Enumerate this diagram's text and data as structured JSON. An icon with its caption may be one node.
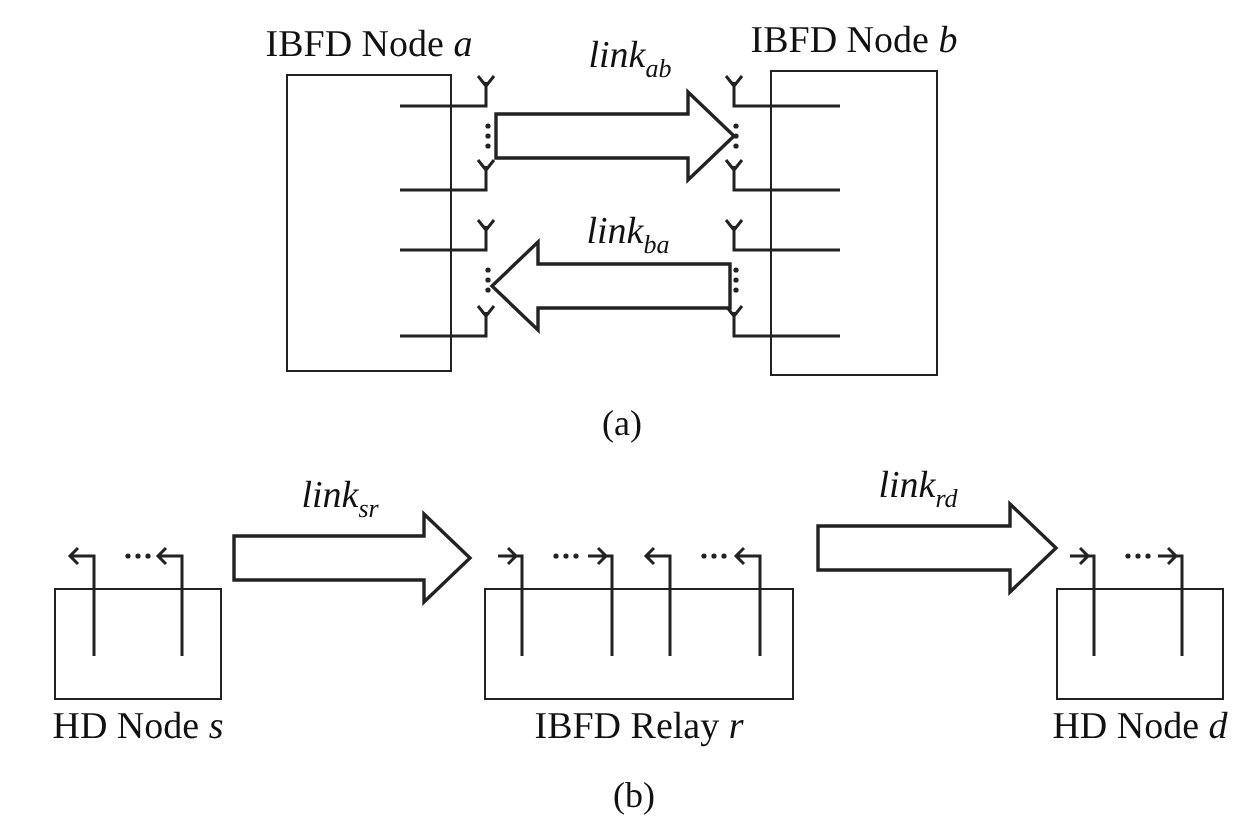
{
  "diagram": {
    "nodes": [
      {
        "text": [
          "IBFD Node *a*"
        ]
      },
      {
        "text": [
          "IBFD Node *b*"
        ]
      },
      {
        "text": [
          "HD Node *s*"
        ]
      },
      {
        "text": [
          "IBFD Relay *r*"
        ]
      },
      {
        "text": [
          "HD Node *d*"
        ]
      }
    ],
    "edges": [
      {
        "from": 0,
        "to": 1,
        "arrow": "to",
        "label": "link$_{ab}$",
        "style": "thick"
      },
      {
        "from": 1,
        "to": 0,
        "arrow": "to",
        "label": "link$_{ba}$",
        "style": "thick"
      },
      {
        "from": 2,
        "to": 3,
        "arrow": "to",
        "label": "link$_{sr}$",
        "style": "thick"
      },
      {
        "from": 3,
        "to": 4,
        "arrow": "to",
        "label": "link$_{rd}$",
        "style": "thick"
      }
    ],
    "labels": [
      "(a)",
      "(b)"
    ]
  }
}
